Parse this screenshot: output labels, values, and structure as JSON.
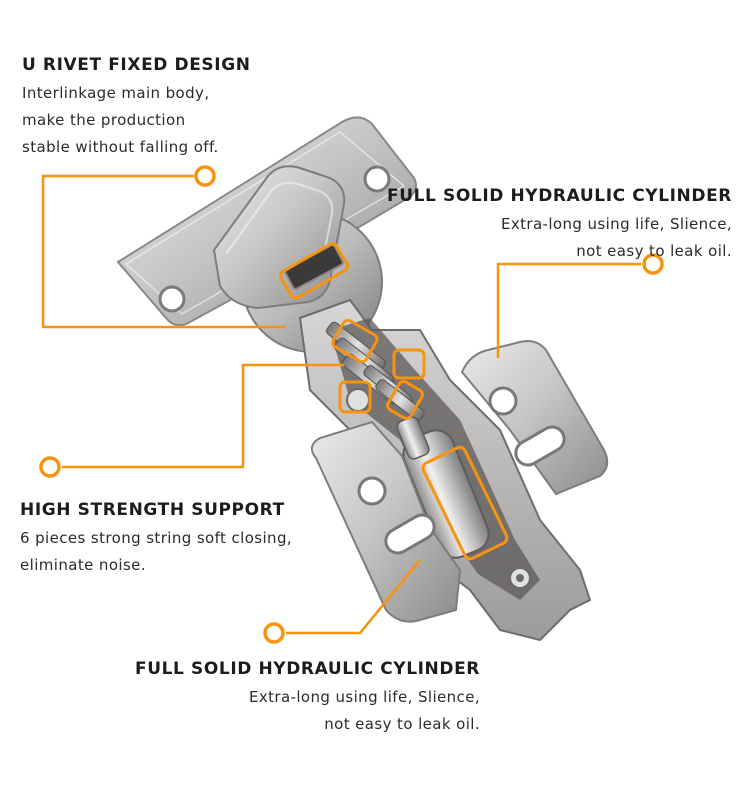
{
  "colors": {
    "accent": "#f7930f",
    "text_dark": "#1c1c1c",
    "metal": "#c4c2c0",
    "background": "#ffffff"
  },
  "annotations": [
    {
      "title": "U RIVET FIXED DESIGN",
      "lines": [
        "Interlinkage main body,",
        "make the production",
        "stable without falling off."
      ]
    },
    {
      "title": "FULL SOLID HYDRAULIC CYLINDER",
      "lines": [
        "Extra-long using life, Slience,",
        "not easy to leak oil."
      ]
    },
    {
      "title": "HIGH STRENGTH SUPPORT",
      "lines": [
        "6 pieces strong string soft closing,",
        "eliminate noise."
      ]
    },
    {
      "title": "FULL SOLID HYDRAULIC CYLINDER",
      "lines": [
        "Extra-long using life, Slience,",
        "not easy to leak oil."
      ]
    }
  ]
}
